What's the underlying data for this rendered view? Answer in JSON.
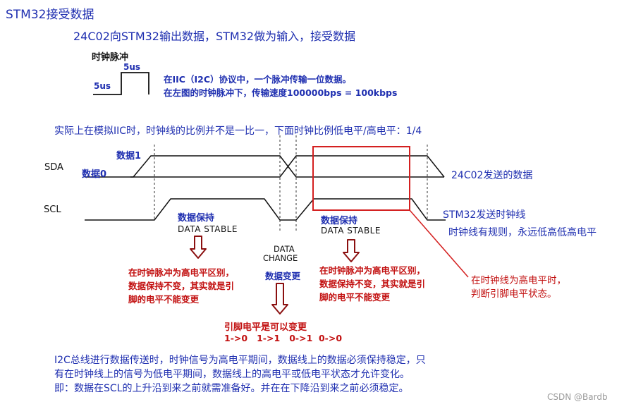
{
  "title": "STM32接受数据",
  "subtitle": "24C02向STM32输出数据，STM32做为输入，接受数据",
  "clock_pulse": {
    "heading": "时钟脉冲",
    "high_label": "5us",
    "low_label": "5us",
    "note_line1": "在IIC（I2C）协议中，一个脉冲传输一位数据。",
    "note_line2": "在左图的时钟脉冲下，传输速度100000bps = 100kbps"
  },
  "ratio_note": "实际上在模拟IIC时，时钟线的比例并不是一比一，下面时钟比例低电平/高电平：1/4",
  "timing": {
    "sda_label": "SDA",
    "scl_label": "SCL",
    "data1_label": "数据1",
    "data0_label": "数据0",
    "sda_note": "24C02发送的数据",
    "scl_note": "STM32发送时钟线",
    "clock_rule": "时钟线有规则，永远低高低高电平",
    "hold1_cn": "数据保持",
    "hold1_en": "DATA STABLE",
    "hold2_cn": "数据保持",
    "hold2_en": "DATA STABLE",
    "change_en_1": "DATA",
    "change_en_2": "CHANGE",
    "change_cn": "数据变更"
  },
  "annotations": {
    "left_line1": "在时钟脉冲为高电平区别，",
    "left_line2": "数据保持不变，其实就是引",
    "left_line3": "脚的电平不能变更",
    "right_line1": "在时钟脉冲为高电平区别，",
    "right_line2": "数据保持不变，其实就是引",
    "right_line3": "脚的电平不能变更",
    "pin_title": "引脚电平是可以变更",
    "pin_values": "1->0   1->1   0->1  0->0",
    "red_line1": "在时钟线为高电平时，",
    "red_line2": "判断引脚电平状态。"
  },
  "footer": {
    "line1": "I2C总线进行数据传送时，时钟信号为高电平期间，数据线上的数据必须保持稳定，只",
    "line2": "有在时钟线上的信号为低电平期间，数据线上的高电平或低电平状态才允许变化。",
    "line3": "即：数据在SCL的上升沿到来之前就需准备好。并在在下降沿到来之前必须稳定。"
  },
  "watermark": "CSDN @Bardb",
  "colors": {
    "text_blue": "#1f2fb0",
    "annotation_red": "#c21010",
    "highlight_box": "#d42020",
    "line": "#111111"
  }
}
